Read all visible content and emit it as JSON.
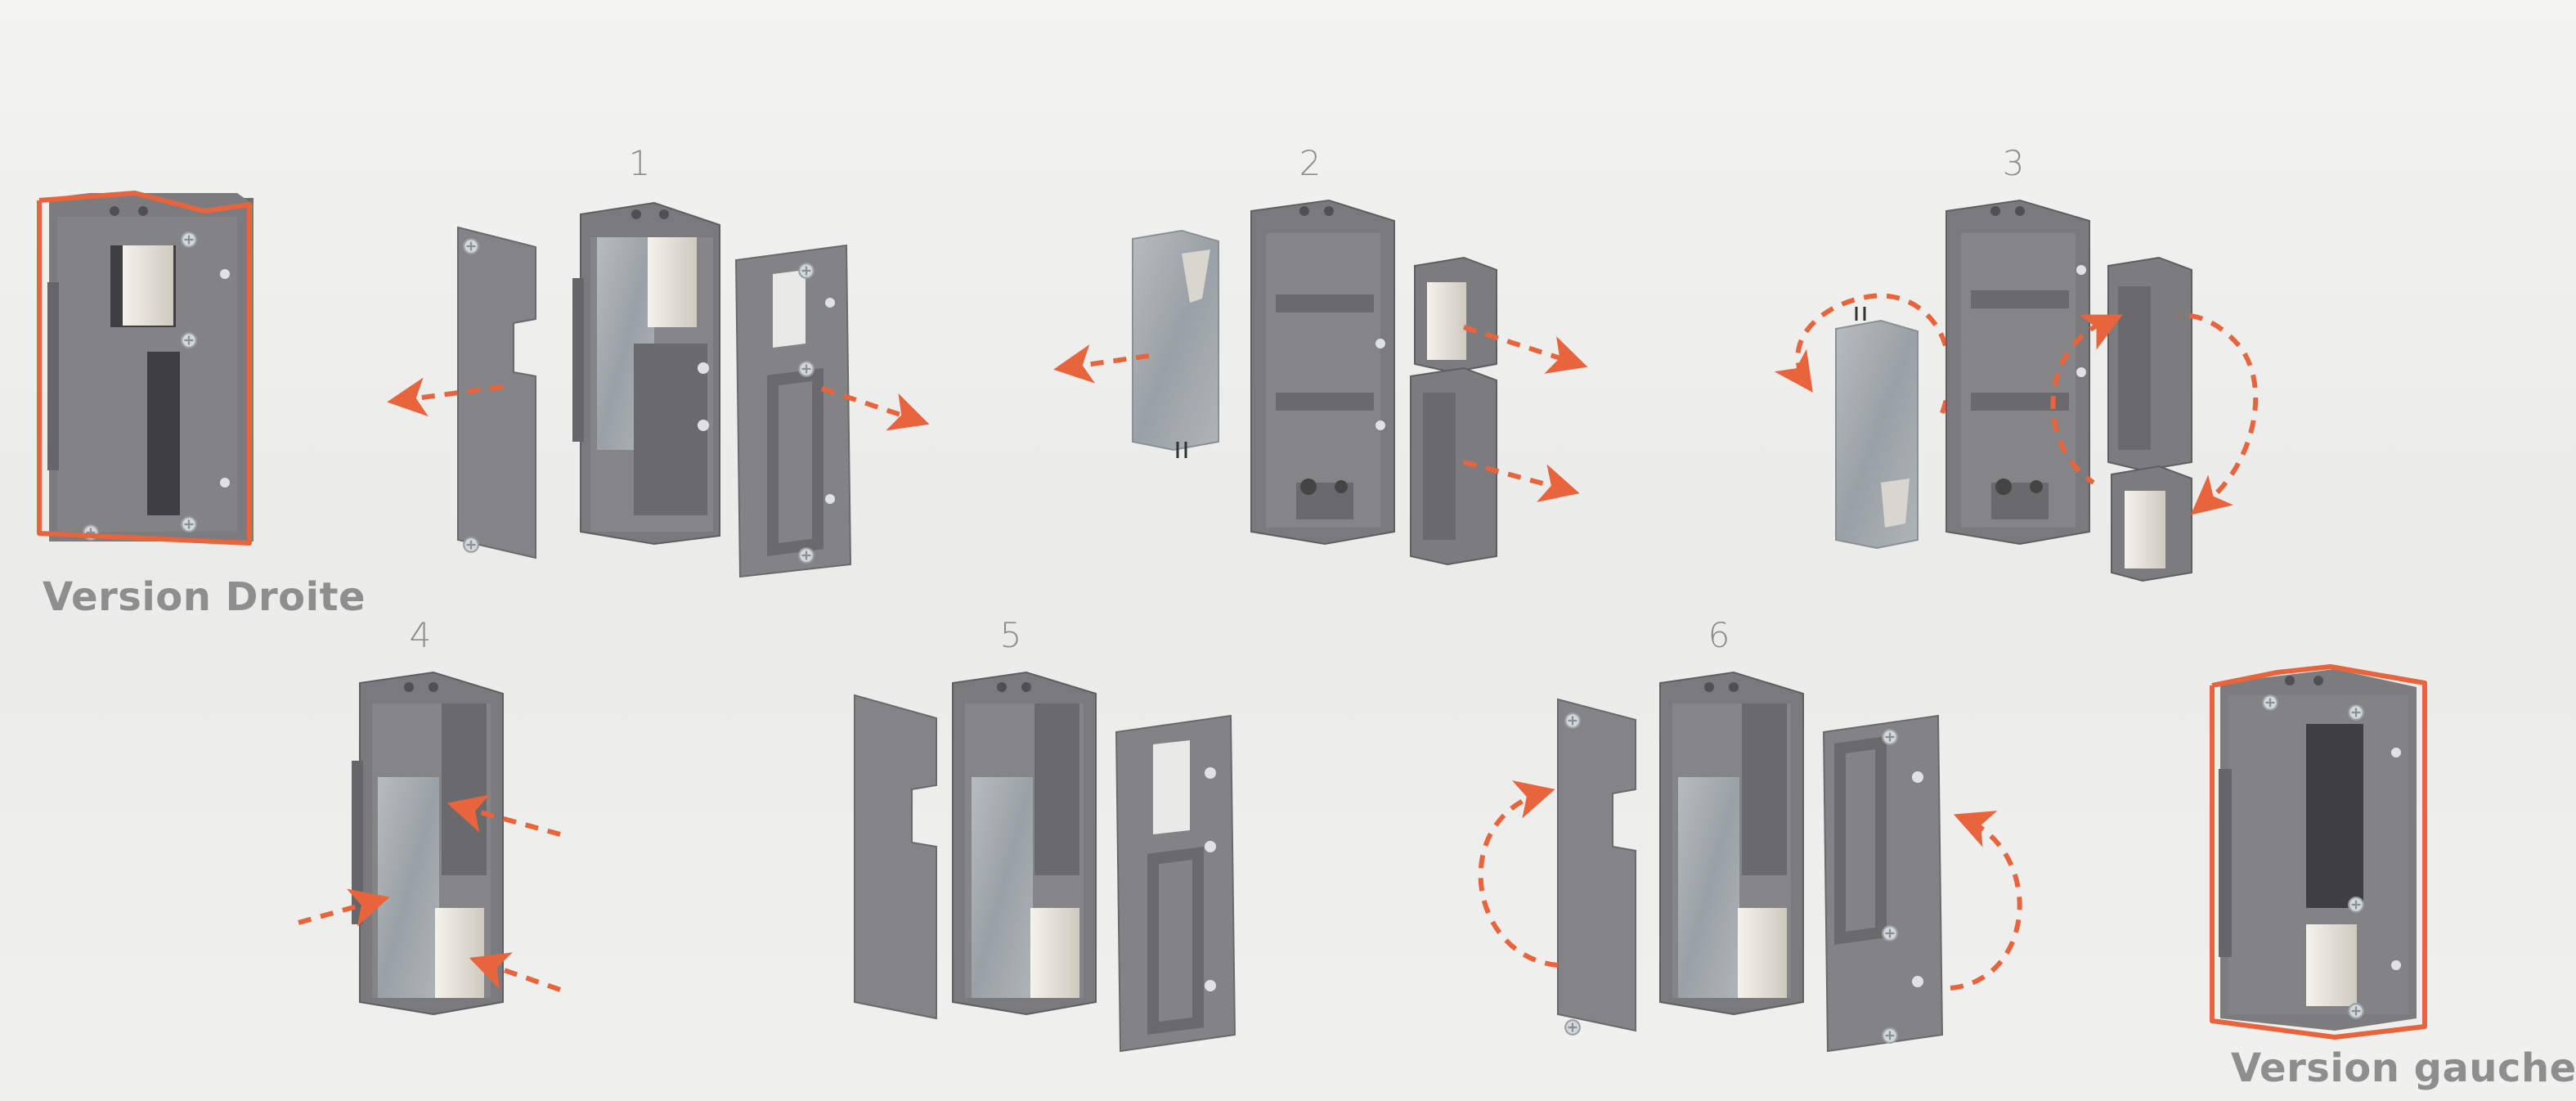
{
  "steps": [
    {
      "number": "1"
    },
    {
      "number": "2"
    },
    {
      "number": "3"
    },
    {
      "number": "4"
    },
    {
      "number": "5"
    },
    {
      "number": "6"
    }
  ],
  "versions": {
    "right": "Version Droite",
    "left": "Version gauche"
  },
  "colors": {
    "accent": "#e8643c",
    "housing": "#7c7c7e",
    "housing_dark": "#5f5f61",
    "coil": "#a8aeb2",
    "latch": "#e9e6df",
    "screw": "#d4d8dc",
    "label": "#8e8e8e"
  },
  "icons": {
    "move_arrow": "dashed-arrow-icon",
    "rotate_arrow": "curved-dashed-arrow-icon",
    "screw": "screw-icon"
  }
}
